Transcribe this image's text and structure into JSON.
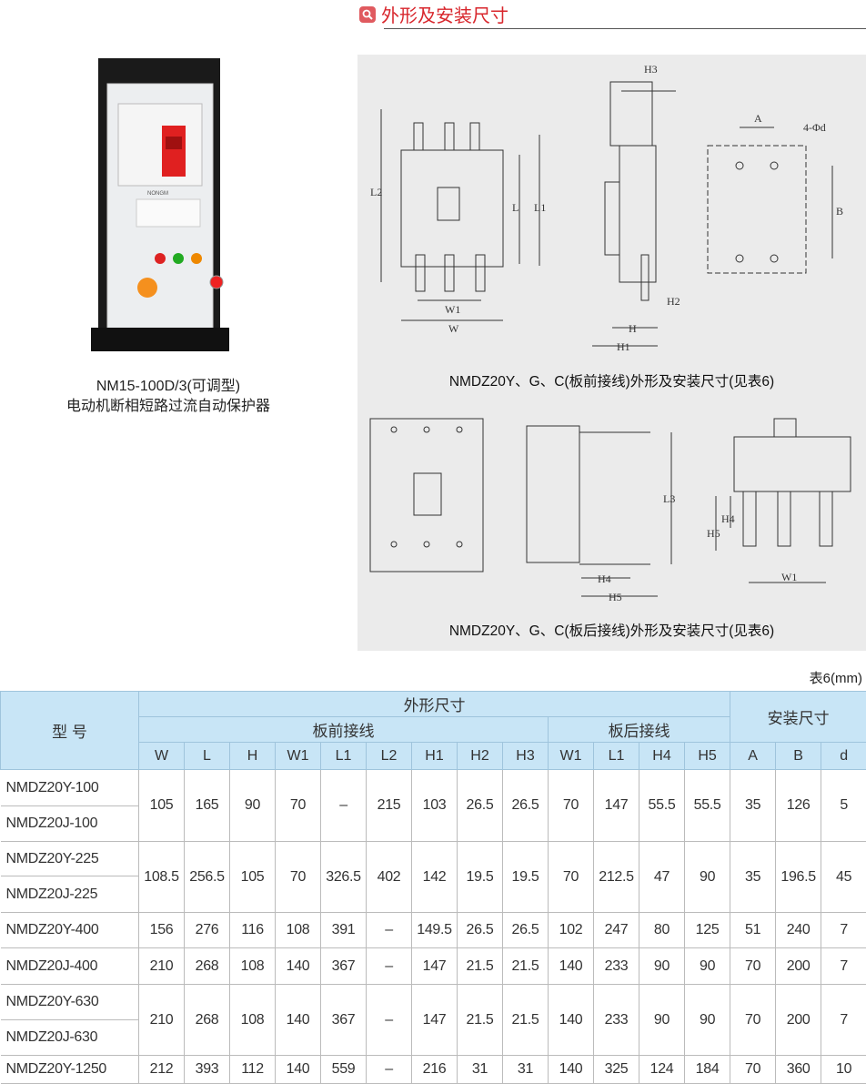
{
  "section_title": "外形及安装尺寸",
  "product": {
    "caption_line1": "NM15-100D/3(可调型)",
    "caption_line2": "电动机断相短路过流自动保护器",
    "logo_text": "NONGM"
  },
  "diagrams": {
    "front_caption": "NMDZ20Y、G、C(板前接线)外形及安装尺寸(见表6)",
    "rear_caption": "NMDZ20Y、G、C(板后接线)外形及安装尺寸(见表6)",
    "labels": {
      "L2": "L2",
      "L": "L",
      "L1": "L1",
      "W1": "W1",
      "W": "W",
      "H3": "H3",
      "H2": "H2",
      "H": "H",
      "H1": "H1",
      "A": "A",
      "hole": "4-Φd",
      "B": "B",
      "L3": "L3",
      "H4": "H4",
      "H5": "H5"
    }
  },
  "table": {
    "unit_note": "表6(mm)",
    "model_header": "型 号",
    "outline_header": "外形尺寸",
    "front_header": "板前接线",
    "rear_header": "板后接线",
    "mount_header": "安装尺寸",
    "columns": [
      "W",
      "L",
      "H",
      "W1",
      "L1",
      "L2",
      "H1",
      "H2",
      "H3",
      "W1",
      "L1",
      "H4",
      "H5",
      "A",
      "B",
      "d"
    ],
    "groups": [
      {
        "models": [
          "NMDZ20Y-100",
          "NMDZ20J-100"
        ],
        "values": [
          "105",
          "165",
          "90",
          "70",
          "–",
          "215",
          "103",
          "26.5",
          "26.5",
          "70",
          "147",
          "55.5",
          "55.5",
          "35",
          "126",
          "5"
        ]
      },
      {
        "models": [
          "NMDZ20Y-225",
          "NMDZ20J-225"
        ],
        "values": [
          "108.5",
          "256.5",
          "105",
          "70",
          "326.5",
          "402",
          "142",
          "19.5",
          "19.5",
          "70",
          "212.5",
          "47",
          "90",
          "35",
          "196.5",
          "45"
        ]
      },
      {
        "models": [
          "NMDZ20Y-400"
        ],
        "values": [
          "156",
          "276",
          "116",
          "108",
          "391",
          "–",
          "149.5",
          "26.5",
          "26.5",
          "102",
          "247",
          "80",
          "125",
          "51",
          "240",
          "7"
        ]
      },
      {
        "models": [
          "NMDZ20J-400"
        ],
        "values": [
          "210",
          "268",
          "108",
          "140",
          "367",
          "–",
          "147",
          "21.5",
          "21.5",
          "140",
          "233",
          "90",
          "90",
          "70",
          "200",
          "7"
        ]
      },
      {
        "models": [
          "NMDZ20Y-630",
          "NMDZ20J-630"
        ],
        "values": [
          "210",
          "268",
          "108",
          "140",
          "367",
          "–",
          "147",
          "21.5",
          "21.5",
          "140",
          "233",
          "90",
          "90",
          "70",
          "200",
          "7"
        ]
      },
      {
        "models": [
          "NMDZ20Y-1250"
        ],
        "values": [
          "212",
          "393",
          "112",
          "140",
          "559",
          "–",
          "216",
          "31",
          "31",
          "140",
          "325",
          "124",
          "184",
          "70",
          "360",
          "10"
        ]
      }
    ]
  }
}
